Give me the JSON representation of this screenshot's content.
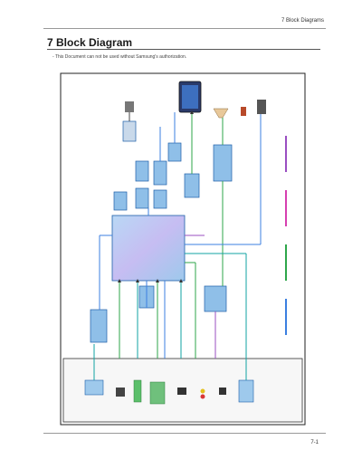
{
  "header": {
    "chapter": "7 Block Diagrams"
  },
  "title": "7 Block Diagram",
  "notice": "- This Document can not be used without Samsung's authorization.",
  "footer": {
    "page": "7-1"
  },
  "colors": {
    "line_blue": "#3b7fe0",
    "line_teal": "#10a3a3",
    "line_green": "#2ea64a",
    "line_purple": "#9a4fc2",
    "line_magenta": "#d63fb0",
    "block_fill": "#8fbfe8",
    "block_border": "#1d5fa8",
    "main_ic_fill": "#c6bdf2",
    "frame_border": "#222222"
  }
}
